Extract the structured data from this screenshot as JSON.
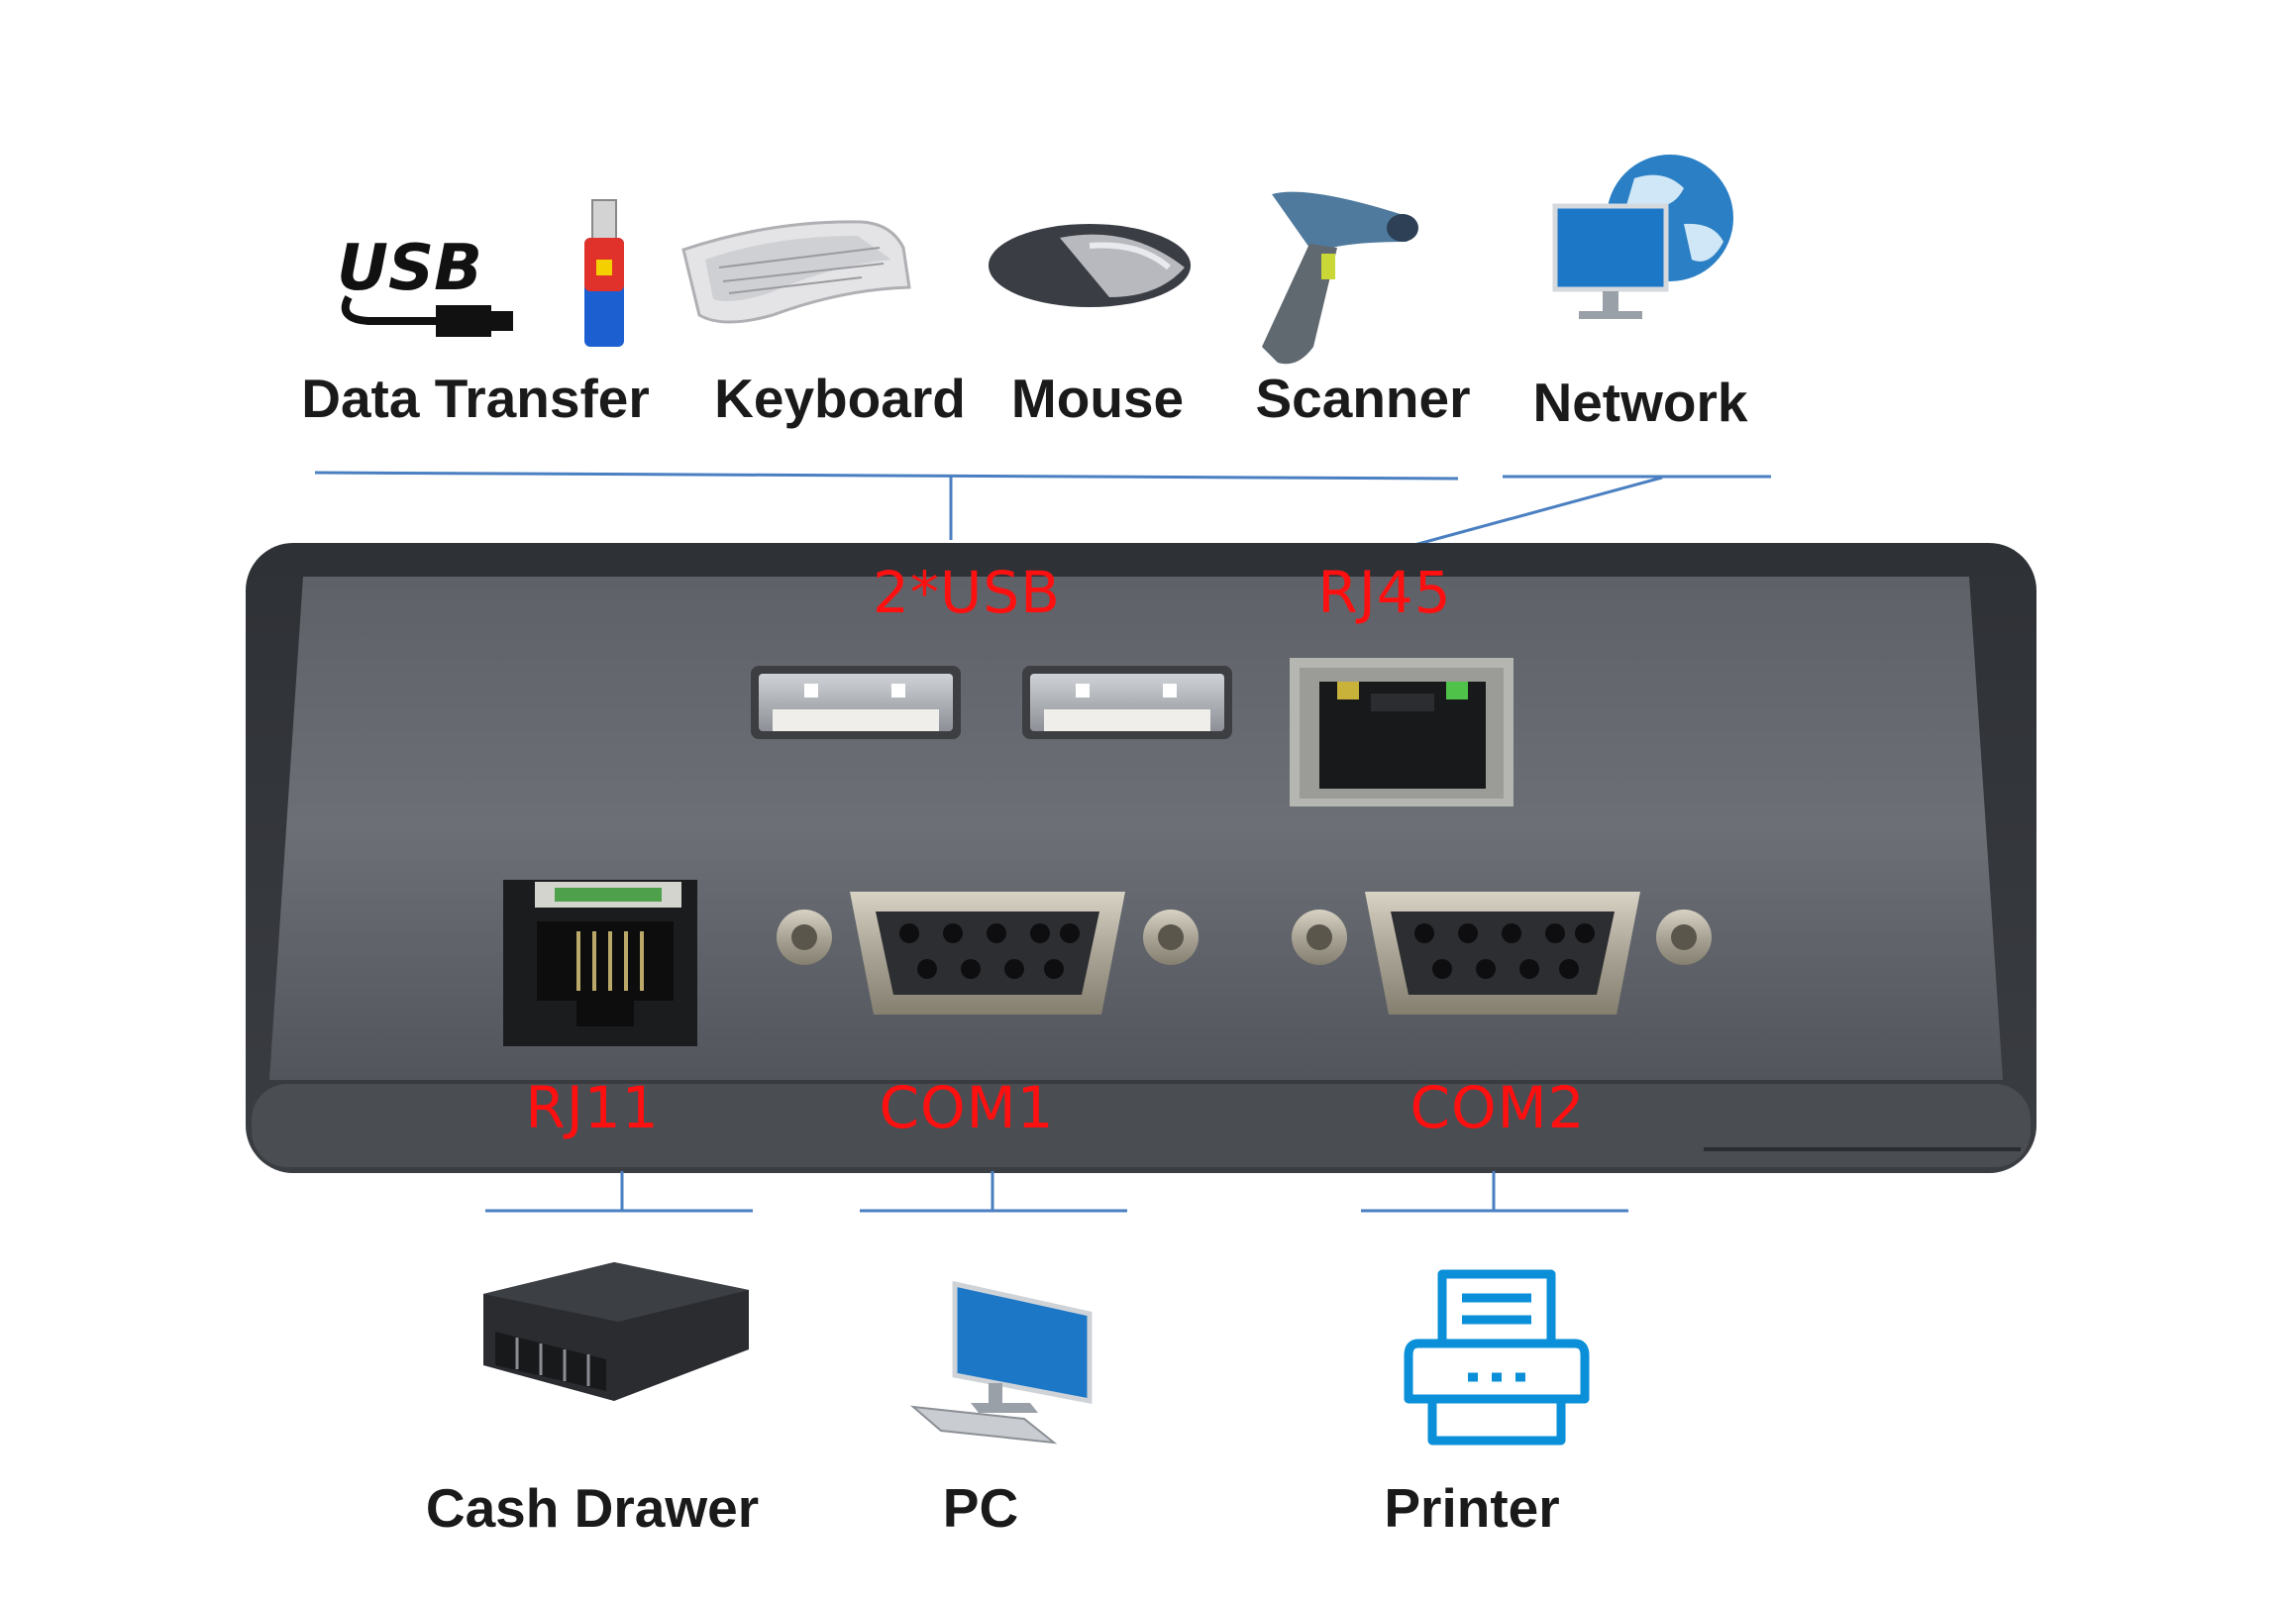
{
  "devices_top": [
    {
      "id": "data-transfer",
      "label": "Data Transfer",
      "icon": "usb-flash-drive-icon"
    },
    {
      "id": "keyboard",
      "label": "Keyboard",
      "icon": "keyboard-icon"
    },
    {
      "id": "mouse",
      "label": "Mouse",
      "icon": "mouse-icon"
    },
    {
      "id": "scanner",
      "label": "Scanner",
      "icon": "barcode-scanner-icon"
    },
    {
      "id": "network",
      "label": "Network",
      "icon": "network-globe-icon"
    }
  ],
  "devices_bottom": [
    {
      "id": "cash-drawer",
      "label": "Cash Drawer",
      "icon": "cash-drawer-icon"
    },
    {
      "id": "pc",
      "label": "PC",
      "icon": "pc-monitor-icon"
    },
    {
      "id": "printer",
      "label": "Printer",
      "icon": "printer-icon"
    }
  ],
  "ports": {
    "usb": "2*USB",
    "rj45": "RJ45",
    "rj11": "RJ11",
    "com1": "COM1",
    "com2": "COM2"
  },
  "usb_logo_text": "USB",
  "colors": {
    "port_label": "#ff1010",
    "connector_line": "#4a7fc1",
    "panel": "#5d6167",
    "device_label": "#1a1a1a",
    "printer_icon": "#0a8fd8"
  }
}
